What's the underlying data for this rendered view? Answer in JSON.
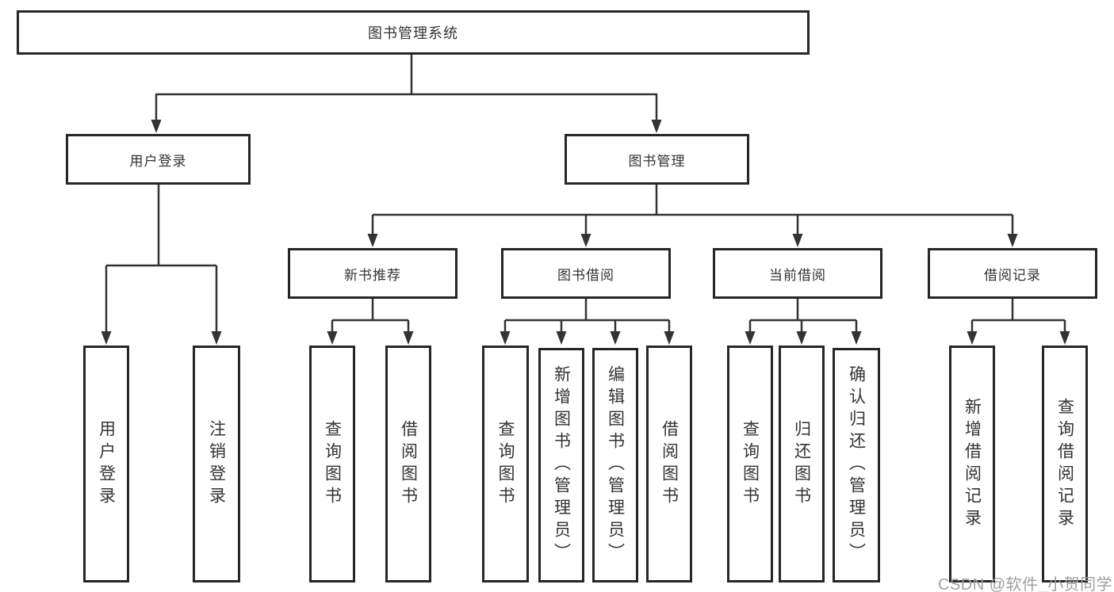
{
  "diagram": {
    "type": "hierarchy-tree",
    "title": "图书管理系统",
    "colors": {
      "line": "#333333",
      "box_border": "#262626",
      "text": "#333333",
      "watermark": "#a0a0a0",
      "background": "#ffffff"
    },
    "tree": {
      "root": {
        "label": "图书管理系统",
        "children": [
          {
            "label": "用户登录",
            "children": [
              {
                "label": "用户登录"
              },
              {
                "label": "注销登录"
              }
            ]
          },
          {
            "label": "图书管理",
            "children": [
              {
                "label": "新书推荐",
                "children": [
                  {
                    "label": "查询图书"
                  },
                  {
                    "label": "借阅图书"
                  }
                ]
              },
              {
                "label": "图书借阅",
                "children": [
                  {
                    "label": "查询图书"
                  },
                  {
                    "label": "新增图书（管理员）"
                  },
                  {
                    "label": "编辑图书（管理员）"
                  },
                  {
                    "label": "借阅图书"
                  }
                ]
              },
              {
                "label": "当前借阅",
                "children": [
                  {
                    "label": "查询图书"
                  },
                  {
                    "label": "归还图书"
                  },
                  {
                    "label": "确认归还（管理员）"
                  }
                ]
              },
              {
                "label": "借阅记录",
                "children": [
                  {
                    "label": "新增借阅记录"
                  },
                  {
                    "label": "查询借阅记录"
                  }
                ]
              }
            ]
          }
        ]
      }
    }
  },
  "watermark": {
    "text": "CSDN @软件_小贺同学"
  }
}
